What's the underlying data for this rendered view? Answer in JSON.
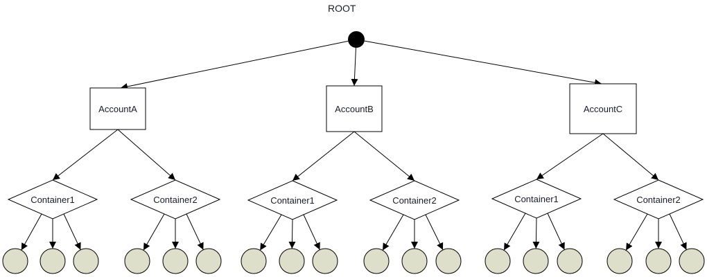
{
  "root": {
    "label": "ROOT",
    "fill": "#000000"
  },
  "colors": {
    "leaf_fill": "#dedfcb",
    "line": "#000000"
  },
  "accounts": [
    {
      "label": "AccountA",
      "containers": [
        {
          "label": "Container1",
          "leaves": 3
        },
        {
          "label": "Container2",
          "leaves": 3
        }
      ]
    },
    {
      "label": "AccountB",
      "containers": [
        {
          "label": "Container1",
          "leaves": 3
        },
        {
          "label": "Container2",
          "leaves": 3
        }
      ]
    },
    {
      "label": "AccountC",
      "containers": [
        {
          "label": "Container1",
          "leaves": 3
        },
        {
          "label": "Container2",
          "leaves": 3
        }
      ]
    }
  ]
}
